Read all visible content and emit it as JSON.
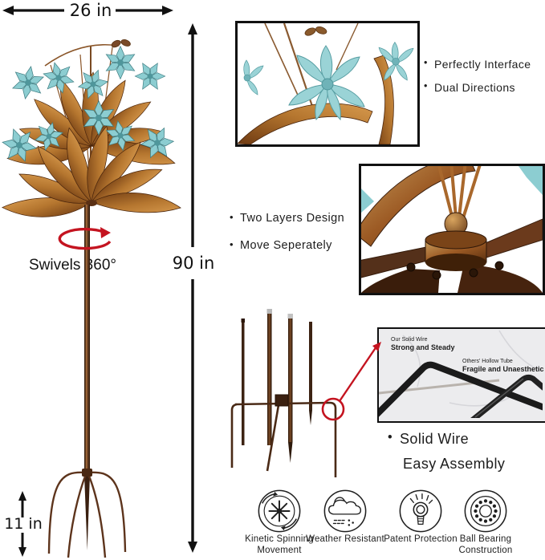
{
  "product": {
    "dimensions": {
      "width": "26 in",
      "height": "90 in",
      "stake_height": "11 in",
      "swivel": "Swivels 360°"
    },
    "feature_groups": {
      "top": [
        "Perfectly Interface",
        "Dual Directions"
      ],
      "middle": [
        "Two Layers Design",
        "Move Seperately"
      ],
      "bottom": [
        "Solid Wire",
        "Easy Assembly"
      ]
    },
    "wire_comparison": {
      "ours_label": "Our Solid Wire",
      "ours_claim": "Strong and Steady",
      "others_label": "Others' Hollow Tube",
      "others_claim": "Fragile and Unaesthetic"
    },
    "badges": [
      {
        "icon": "kinetic-spinning-icon",
        "line1": "Kinetic Spinning",
        "line2": "Movement"
      },
      {
        "icon": "weather-resistant-icon",
        "line1": "Weather Resistant",
        "line2": ""
      },
      {
        "icon": "patent-protection-icon",
        "line1": "Patent Protection",
        "line2": ""
      },
      {
        "icon": "ball-bearing-icon",
        "line1": "Ball Bearing",
        "line2": "Construction"
      }
    ],
    "colors": {
      "annotation_red": "#c41420",
      "flower_teal": "#8ccdd1",
      "copper": "#a9682c",
      "text": "#1c1c1c"
    }
  }
}
